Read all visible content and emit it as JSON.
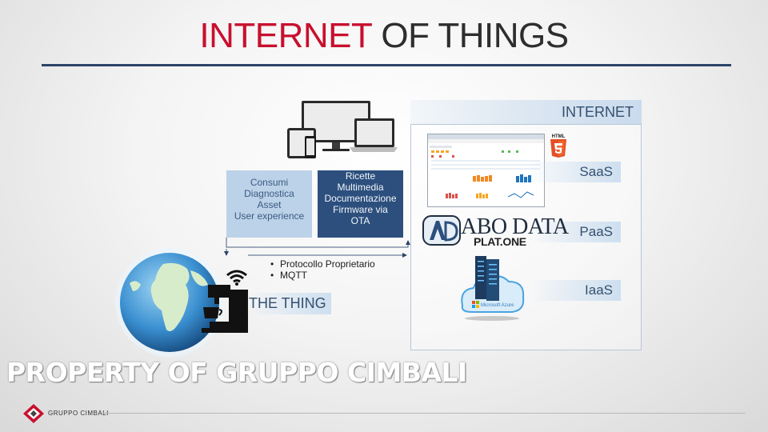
{
  "title": {
    "accent": "INTERNET",
    "rest": "OF THINGS"
  },
  "internet": {
    "header": "INTERNET",
    "tiers": {
      "saas": "SaaS",
      "paas": "PaaS",
      "iaas": "IaaS"
    },
    "html5_badge": "HTML",
    "logos": {
      "abo_data": "ABO DATA",
      "platone": "PLAT.ONE",
      "azure": "Microsoft Azure"
    }
  },
  "box_consumi": [
    "Consumi",
    "Diagnostica",
    "Asset",
    "User experience"
  ],
  "box_ricette": [
    "Ricette",
    "Multimedia",
    "Documentazione",
    "Firmware via",
    "OTA"
  ],
  "bullets": [
    "Protocollo Proprietario",
    "MQTT"
  ],
  "the_thing": "THE THING",
  "watermark": "PROPERTY OF GRUPPO CIMBALI",
  "footer": {
    "brand": "GRUPPO CIMBALI"
  },
  "colors": {
    "accent_red": "#c8102e",
    "navy": "#2c4f7d",
    "light_blue": "#bcd2e8"
  }
}
